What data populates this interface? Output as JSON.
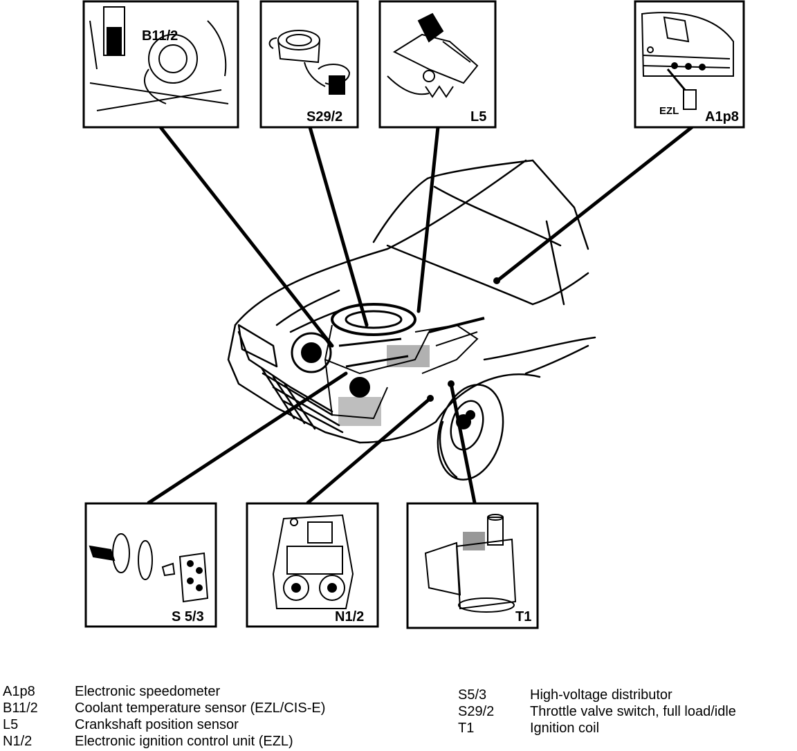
{
  "callouts": {
    "b11_2": "B11/2",
    "s29_2": "S29/2",
    "l5": "L5",
    "a1p8": "A1p8",
    "ezl": "EZL",
    "s5_3": "S 5/3",
    "n1_2": "N1/2",
    "t1": "T1"
  },
  "legend_left": [
    {
      "code": "A1p8",
      "desc": "Electronic speedometer"
    },
    {
      "code": "B11/2",
      "desc": "Coolant temperature sensor (EZL/CIS-E)"
    },
    {
      "code": "L5",
      "desc": "Crankshaft position sensor"
    },
    {
      "code": "N1/2",
      "desc": "Electronic ignition control unit (EZL)"
    }
  ],
  "legend_right": [
    {
      "code": "S5/3",
      "desc": "High-voltage distributor"
    },
    {
      "code": "S29/2",
      "desc": "Throttle valve switch, full load/idle"
    },
    {
      "code": "T1",
      "desc": "Ignition coil"
    }
  ]
}
